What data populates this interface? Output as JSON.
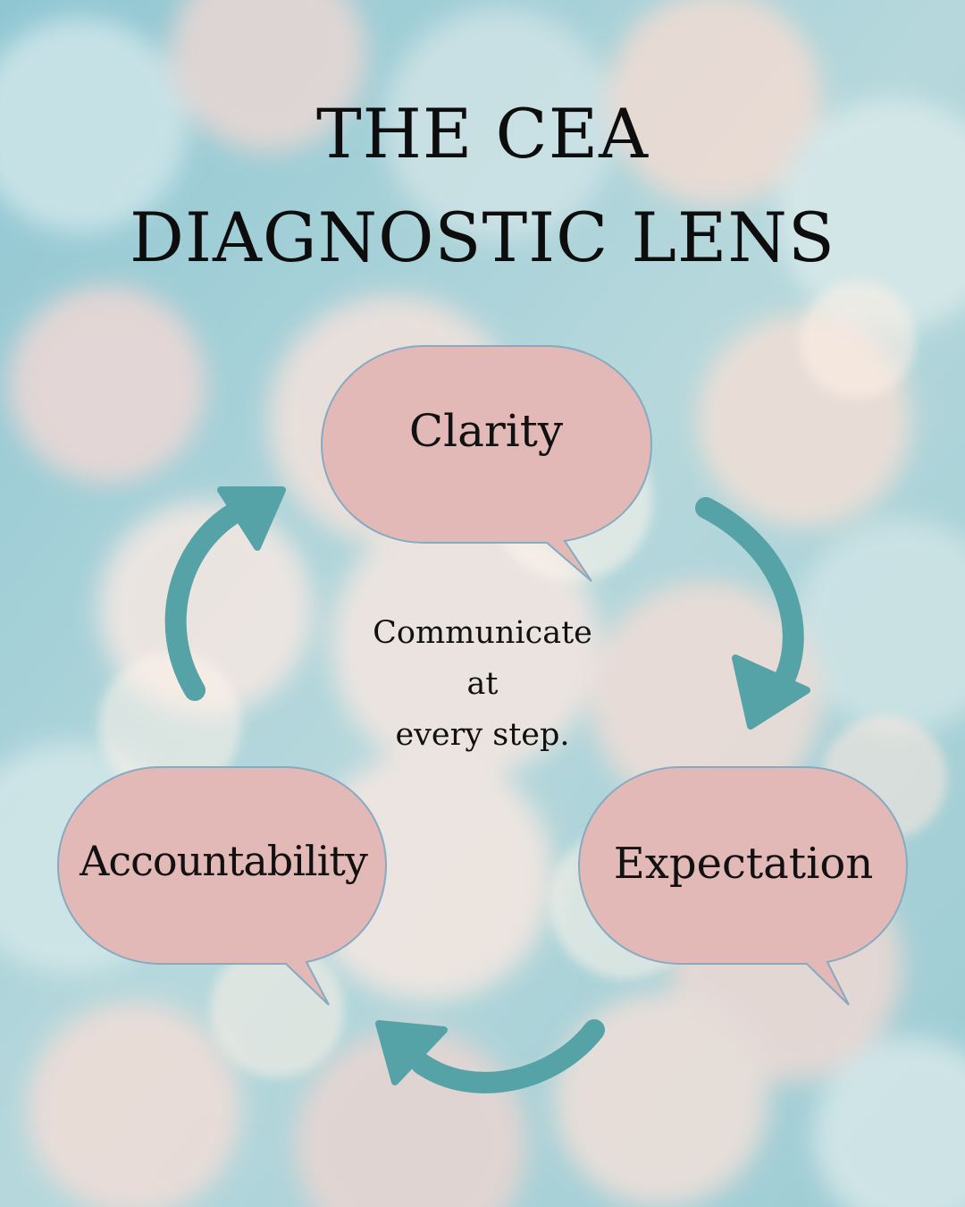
{
  "title": {
    "line1": "THE CEA",
    "line2": "DIAGNOSTIC LENS"
  },
  "bubbles": {
    "clarity": "Clarity",
    "expectation": "Expectation",
    "accountability": "Accountability"
  },
  "center": {
    "line1": "Communicate",
    "line2": "at",
    "line3": "every step."
  },
  "colors": {
    "bubble_fill": "#e3b9b8",
    "bubble_stroke": "#86aac0",
    "arrow": "#55a3a6",
    "text": "#111111",
    "background_base": "#a9d1d8"
  },
  "icons": {
    "arrow_clarity_to_expectation": "curved-arrow-icon",
    "arrow_expectation_to_accountability": "curved-arrow-icon",
    "arrow_accountability_to_clarity": "curved-arrow-icon"
  }
}
